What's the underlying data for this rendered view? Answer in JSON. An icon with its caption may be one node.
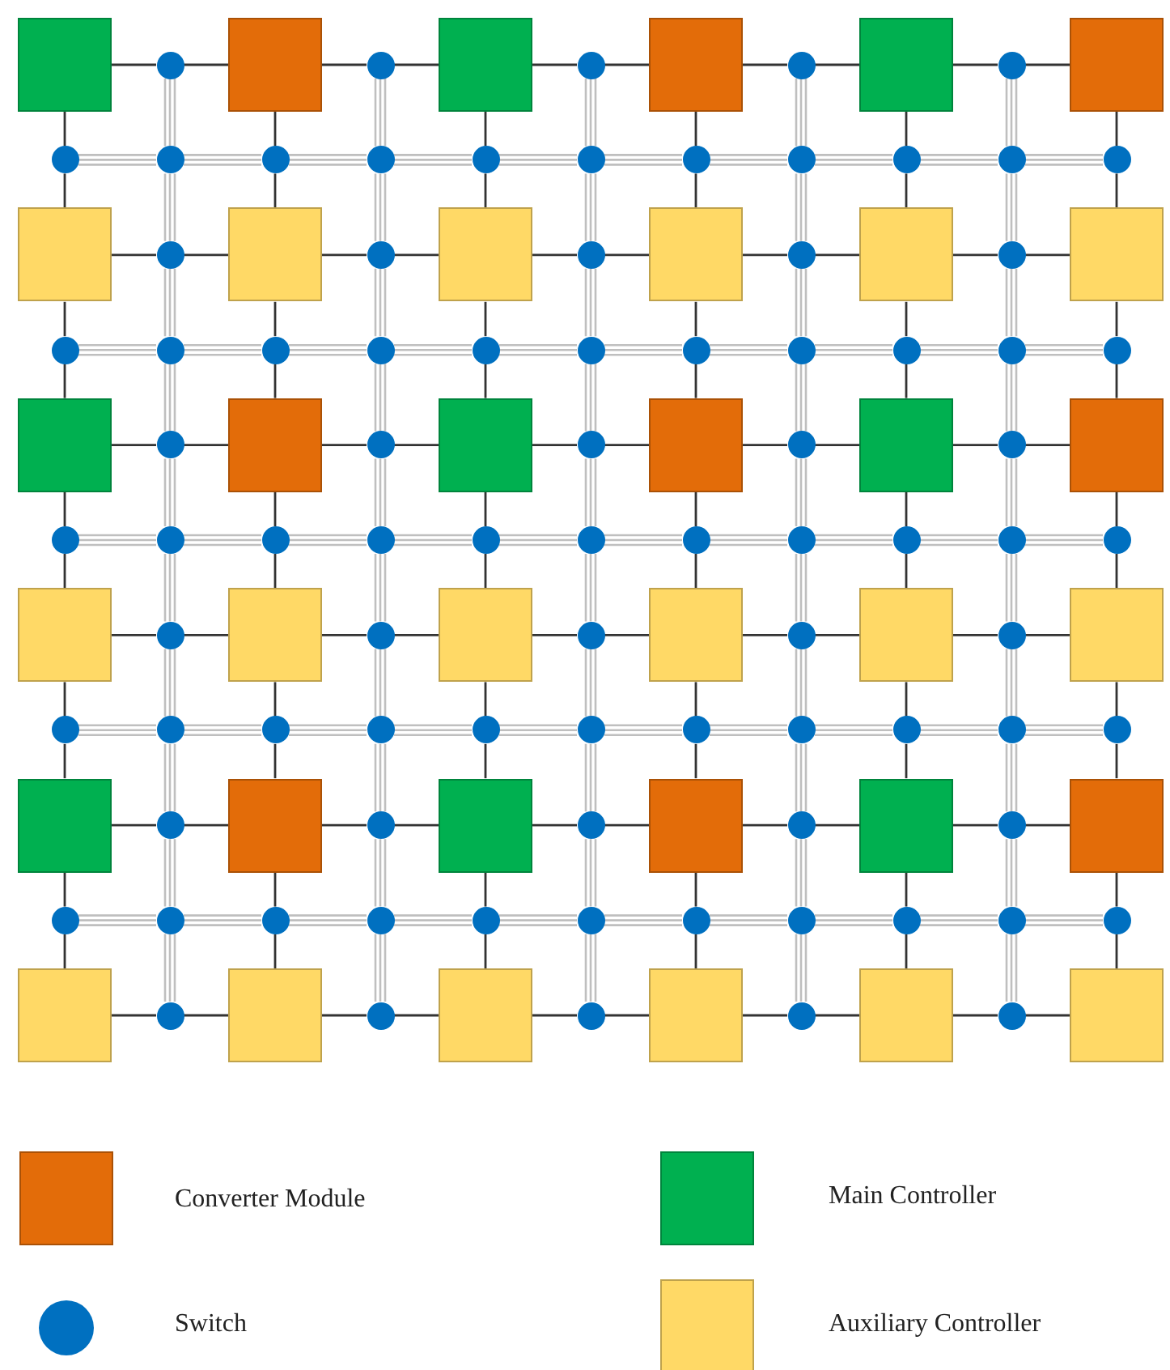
{
  "diagram": {
    "nodes": [
      {
        "text": [],
        "shape": "box"
      },
      {
        "text": [],
        "shape": "circle"
      },
      {
        "text": [],
        "shape": "box"
      },
      {
        "text": [],
        "shape": "circle"
      },
      {
        "text": [],
        "shape": "box"
      },
      {
        "text": [],
        "shape": "circle"
      },
      {
        "text": [],
        "shape": "box"
      },
      {
        "text": [],
        "shape": "circle"
      },
      {
        "text": [],
        "shape": "box"
      },
      {
        "text": [],
        "shape": "circle"
      },
      {
        "text": [],
        "shape": "box"
      },
      {
        "text": [],
        "shape": "circle"
      },
      {
        "text": [],
        "shape": "circle"
      },
      {
        "text": [],
        "shape": "circle"
      },
      {
        "text": [],
        "shape": "circle"
      },
      {
        "text": [],
        "shape": "circle"
      },
      {
        "text": [],
        "shape": "circle"
      },
      {
        "text": [],
        "shape": "circle"
      },
      {
        "text": [],
        "shape": "circle"
      },
      {
        "text": [],
        "shape": "circle"
      },
      {
        "text": [],
        "shape": "circle"
      },
      {
        "text": [],
        "shape": "circle"
      },
      {
        "text": [],
        "shape": "box"
      },
      {
        "text": [],
        "shape": "circle"
      },
      {
        "text": [],
        "shape": "box"
      },
      {
        "text": [],
        "shape": "circle"
      },
      {
        "text": [],
        "shape": "box"
      },
      {
        "text": [],
        "shape": "circle"
      },
      {
        "text": [],
        "shape": "box"
      },
      {
        "text": [],
        "shape": "circle"
      },
      {
        "text": [],
        "shape": "box"
      },
      {
        "text": [],
        "shape": "circle"
      },
      {
        "text": [],
        "shape": "box"
      },
      {
        "text": [],
        "shape": "circle"
      },
      {
        "text": [],
        "shape": "circle"
      },
      {
        "text": [],
        "shape": "circle"
      },
      {
        "text": [],
        "shape": "circle"
      },
      {
        "text": [],
        "shape": "circle"
      },
      {
        "text": [],
        "shape": "circle"
      },
      {
        "text": [],
        "shape": "circle"
      },
      {
        "text": [],
        "shape": "circle"
      },
      {
        "text": [],
        "shape": "circle"
      },
      {
        "text": [],
        "shape": "circle"
      },
      {
        "text": [],
        "shape": "circle"
      },
      {
        "text": [],
        "shape": "box"
      },
      {
        "text": [],
        "shape": "circle"
      },
      {
        "text": [],
        "shape": "box"
      },
      {
        "text": [],
        "shape": "circle"
      },
      {
        "text": [],
        "shape": "box"
      },
      {
        "text": [],
        "shape": "circle"
      },
      {
        "text": [],
        "shape": "box"
      },
      {
        "text": [],
        "shape": "circle"
      },
      {
        "text": [],
        "shape": "box"
      },
      {
        "text": [],
        "shape": "circle"
      },
      {
        "text": [],
        "shape": "box"
      },
      {
        "text": [],
        "shape": "circle"
      },
      {
        "text": [],
        "shape": "circle"
      },
      {
        "text": [],
        "shape": "circle"
      },
      {
        "text": [],
        "shape": "circle"
      },
      {
        "text": [],
        "shape": "circle"
      },
      {
        "text": [],
        "shape": "circle"
      },
      {
        "text": [],
        "shape": "circle"
      },
      {
        "text": [],
        "shape": "circle"
      },
      {
        "text": [],
        "shape": "circle"
      },
      {
        "text": [],
        "shape": "circle"
      },
      {
        "text": [],
        "shape": "circle"
      },
      {
        "text": [],
        "shape": "box"
      },
      {
        "text": [],
        "shape": "circle"
      },
      {
        "text": [],
        "shape": "box"
      },
      {
        "text": [],
        "shape": "circle"
      },
      {
        "text": [],
        "shape": "box"
      },
      {
        "text": [],
        "shape": "circle"
      },
      {
        "text": [],
        "shape": "box"
      },
      {
        "text": [],
        "shape": "circle"
      },
      {
        "text": [],
        "shape": "box"
      },
      {
        "text": [],
        "shape": "circle"
      },
      {
        "text": [],
        "shape": "box"
      },
      {
        "text": [],
        "shape": "circle"
      },
      {
        "text": [],
        "shape": "circle"
      },
      {
        "text": [],
        "shape": "circle"
      },
      {
        "text": [],
        "shape": "circle"
      },
      {
        "text": [],
        "shape": "circle"
      },
      {
        "text": [],
        "shape": "circle"
      },
      {
        "text": [],
        "shape": "circle"
      },
      {
        "text": [],
        "shape": "circle"
      },
      {
        "text": [],
        "shape": "circle"
      },
      {
        "text": [],
        "shape": "circle"
      },
      {
        "text": [],
        "shape": "circle"
      },
      {
        "text": [],
        "shape": "box"
      },
      {
        "text": [],
        "shape": "circle"
      },
      {
        "text": [],
        "shape": "box"
      },
      {
        "text": [],
        "shape": "circle"
      },
      {
        "text": [],
        "shape": "box"
      },
      {
        "text": [],
        "shape": "circle"
      },
      {
        "text": [],
        "shape": "box"
      },
      {
        "text": [],
        "shape": "circle"
      },
      {
        "text": [],
        "shape": "box"
      },
      {
        "text": [],
        "shape": "circle"
      },
      {
        "text": [],
        "shape": "box"
      },
      {
        "text": [],
        "shape": "circle"
      },
      {
        "text": [],
        "shape": "circle"
      },
      {
        "text": [],
        "shape": "circle"
      },
      {
        "text": [],
        "shape": "circle"
      },
      {
        "text": [],
        "shape": "circle"
      },
      {
        "text": [],
        "shape": "circle"
      },
      {
        "text": [],
        "shape": "circle"
      },
      {
        "text": [],
        "shape": "circle"
      },
      {
        "text": [],
        "shape": "circle"
      },
      {
        "text": [],
        "shape": "circle"
      },
      {
        "text": [],
        "shape": "circle"
      },
      {
        "text": [],
        "shape": "box"
      },
      {
        "text": [],
        "shape": "circle"
      },
      {
        "text": [],
        "shape": "box"
      },
      {
        "text": [],
        "shape": "circle"
      },
      {
        "text": [],
        "shape": "box"
      },
      {
        "text": [],
        "shape": "circle"
      },
      {
        "text": [],
        "shape": "box"
      },
      {
        "text": [],
        "shape": "circle"
      },
      {
        "text": [],
        "shape": "box"
      },
      {
        "text": [],
        "shape": "circle"
      },
      {
        "text": [],
        "shape": "box"
      }
    ],
    "edges": [
      {
        "from": 0,
        "to": 1,
        "arrow": "none"
      },
      {
        "from": 1,
        "to": 2,
        "arrow": "none"
      },
      {
        "from": 2,
        "to": 3,
        "arrow": "none"
      },
      {
        "from": 3,
        "to": 4,
        "arrow": "none"
      },
      {
        "from": 4,
        "to": 5,
        "arrow": "none"
      },
      {
        "from": 5,
        "to": 6,
        "arrow": "none"
      },
      {
        "from": 6,
        "to": 7,
        "arrow": "none"
      },
      {
        "from": 7,
        "to": 8,
        "arrow": "none"
      },
      {
        "from": 8,
        "to": 9,
        "arrow": "none"
      },
      {
        "from": 9,
        "to": 10,
        "arrow": "none"
      },
      {
        "from": 22,
        "to": 23,
        "arrow": "none"
      },
      {
        "from": 23,
        "to": 24,
        "arrow": "none"
      },
      {
        "from": 24,
        "to": 25,
        "arrow": "none"
      },
      {
        "from": 25,
        "to": 26,
        "arrow": "none"
      },
      {
        "from": 26,
        "to": 27,
        "arrow": "none"
      },
      {
        "from": 27,
        "to": 28,
        "arrow": "none"
      },
      {
        "from": 28,
        "to": 29,
        "arrow": "none"
      },
      {
        "from": 29,
        "to": 30,
        "arrow": "none"
      },
      {
        "from": 30,
        "to": 31,
        "arrow": "none"
      },
      {
        "from": 31,
        "to": 32,
        "arrow": "none"
      },
      {
        "from": 44,
        "to": 45,
        "arrow": "none"
      },
      {
        "from": 45,
        "to": 46,
        "arrow": "none"
      },
      {
        "from": 46,
        "to": 47,
        "arrow": "none"
      },
      {
        "from": 47,
        "to": 48,
        "arrow": "none"
      },
      {
        "from": 48,
        "to": 49,
        "arrow": "none"
      },
      {
        "from": 49,
        "to": 50,
        "arrow": "none"
      },
      {
        "from": 50,
        "to": 51,
        "arrow": "none"
      },
      {
        "from": 51,
        "to": 52,
        "arrow": "none"
      },
      {
        "from": 52,
        "to": 53,
        "arrow": "none"
      },
      {
        "from": 53,
        "to": 54,
        "arrow": "none"
      },
      {
        "from": 66,
        "to": 67,
        "arrow": "none"
      },
      {
        "from": 67,
        "to": 68,
        "arrow": "none"
      },
      {
        "from": 68,
        "to": 69,
        "arrow": "none"
      },
      {
        "from": 69,
        "to": 70,
        "arrow": "none"
      },
      {
        "from": 70,
        "to": 71,
        "arrow": "none"
      },
      {
        "from": 71,
        "to": 72,
        "arrow": "none"
      },
      {
        "from": 72,
        "to": 73,
        "arrow": "none"
      },
      {
        "from": 73,
        "to": 74,
        "arrow": "none"
      },
      {
        "from": 74,
        "to": 75,
        "arrow": "none"
      },
      {
        "from": 75,
        "to": 76,
        "arrow": "none"
      },
      {
        "from": 88,
        "to": 89,
        "arrow": "none"
      },
      {
        "from": 89,
        "to": 90,
        "arrow": "none"
      },
      {
        "from": 90,
        "to": 91,
        "arrow": "none"
      },
      {
        "from": 91,
        "to": 92,
        "arrow": "none"
      },
      {
        "from": 92,
        "to": 93,
        "arrow": "none"
      },
      {
        "from": 93,
        "to": 94,
        "arrow": "none"
      },
      {
        "from": 94,
        "to": 95,
        "arrow": "none"
      },
      {
        "from": 95,
        "to": 96,
        "arrow": "none"
      },
      {
        "from": 96,
        "to": 97,
        "arrow": "none"
      },
      {
        "from": 97,
        "to": 98,
        "arrow": "none"
      },
      {
        "from": 110,
        "to": 111,
        "arrow": "none"
      },
      {
        "from": 111,
        "to": 112,
        "arrow": "none"
      },
      {
        "from": 112,
        "to": 113,
        "arrow": "none"
      },
      {
        "from": 113,
        "to": 114,
        "arrow": "none"
      },
      {
        "from": 114,
        "to": 115,
        "arrow": "none"
      },
      {
        "from": 115,
        "to": 116,
        "arrow": "none"
      },
      {
        "from": 116,
        "to": 117,
        "arrow": "none"
      },
      {
        "from": 117,
        "to": 118,
        "arrow": "none"
      },
      {
        "from": 118,
        "to": 119,
        "arrow": "none"
      },
      {
        "from": 119,
        "to": 120,
        "arrow": "none"
      },
      {
        "from": 0,
        "to": 11,
        "arrow": "none"
      },
      {
        "from": 11,
        "to": 22,
        "arrow": "none"
      },
      {
        "from": 22,
        "to": 33,
        "arrow": "none"
      },
      {
        "from": 33,
        "to": 44,
        "arrow": "none"
      },
      {
        "from": 44,
        "to": 55,
        "arrow": "none"
      },
      {
        "from": 55,
        "to": 66,
        "arrow": "none"
      },
      {
        "from": 66,
        "to": 77,
        "arrow": "none"
      },
      {
        "from": 77,
        "to": 88,
        "arrow": "none"
      },
      {
        "from": 88,
        "to": 99,
        "arrow": "none"
      },
      {
        "from": 99,
        "to": 110,
        "arrow": "none"
      },
      {
        "from": 2,
        "to": 13,
        "arrow": "none"
      },
      {
        "from": 13,
        "to": 24,
        "arrow": "none"
      },
      {
        "from": 24,
        "to": 35,
        "arrow": "none"
      },
      {
        "from": 35,
        "to": 46,
        "arrow": "none"
      },
      {
        "from": 46,
        "to": 57,
        "arrow": "none"
      },
      {
        "from": 57,
        "to": 68,
        "arrow": "none"
      },
      {
        "from": 68,
        "to": 79,
        "arrow": "none"
      },
      {
        "from": 79,
        "to": 90,
        "arrow": "none"
      },
      {
        "from": 90,
        "to": 101,
        "arrow": "none"
      },
      {
        "from": 101,
        "to": 112,
        "arrow": "none"
      },
      {
        "from": 4,
        "to": 15,
        "arrow": "none"
      },
      {
        "from": 15,
        "to": 26,
        "arrow": "none"
      },
      {
        "from": 26,
        "to": 37,
        "arrow": "none"
      },
      {
        "from": 37,
        "to": 48,
        "arrow": "none"
      },
      {
        "from": 48,
        "to": 59,
        "arrow": "none"
      },
      {
        "from": 59,
        "to": 70,
        "arrow": "none"
      },
      {
        "from": 70,
        "to": 81,
        "arrow": "none"
      },
      {
        "from": 81,
        "to": 92,
        "arrow": "none"
      },
      {
        "from": 92,
        "to": 103,
        "arrow": "none"
      },
      {
        "from": 103,
        "to": 114,
        "arrow": "none"
      },
      {
        "from": 6,
        "to": 17,
        "arrow": "none"
      },
      {
        "from": 17,
        "to": 28,
        "arrow": "none"
      },
      {
        "from": 28,
        "to": 39,
        "arrow": "none"
      },
      {
        "from": 39,
        "to": 50,
        "arrow": "none"
      },
      {
        "from": 50,
        "to": 61,
        "arrow": "none"
      },
      {
        "from": 61,
        "to": 72,
        "arrow": "none"
      },
      {
        "from": 72,
        "to": 83,
        "arrow": "none"
      },
      {
        "from": 83,
        "to": 94,
        "arrow": "none"
      },
      {
        "from": 94,
        "to": 105,
        "arrow": "none"
      },
      {
        "from": 105,
        "to": 116,
        "arrow": "none"
      },
      {
        "from": 8,
        "to": 19,
        "arrow": "none"
      },
      {
        "from": 19,
        "to": 30,
        "arrow": "none"
      },
      {
        "from": 30,
        "to": 41,
        "arrow": "none"
      },
      {
        "from": 41,
        "to": 52,
        "arrow": "none"
      },
      {
        "from": 52,
        "to": 63,
        "arrow": "none"
      },
      {
        "from": 63,
        "to": 74,
        "arrow": "none"
      },
      {
        "from": 74,
        "to": 85,
        "arrow": "none"
      },
      {
        "from": 85,
        "to": 96,
        "arrow": "none"
      },
      {
        "from": 96,
        "to": 107,
        "arrow": "none"
      },
      {
        "from": 107,
        "to": 118,
        "arrow": "none"
      },
      {
        "from": 10,
        "to": 21,
        "arrow": "none"
      },
      {
        "from": 21,
        "to": 32,
        "arrow": "none"
      },
      {
        "from": 32,
        "to": 43,
        "arrow": "none"
      },
      {
        "from": 43,
        "to": 54,
        "arrow": "none"
      },
      {
        "from": 54,
        "to": 65,
        "arrow": "none"
      },
      {
        "from": 65,
        "to": 76,
        "arrow": "none"
      },
      {
        "from": 76,
        "to": 87,
        "arrow": "none"
      },
      {
        "from": 87,
        "to": 98,
        "arrow": "none"
      },
      {
        "from": 98,
        "to": 109,
        "arrow": "none"
      },
      {
        "from": 109,
        "to": 120,
        "arrow": "none"
      },
      {
        "from": 11,
        "to": 12,
        "arrow": "none",
        "color": "#bfbfbf"
      },
      {
        "from": 12,
        "to": 13,
        "arrow": "none",
        "color": "#bfbfbf"
      },
      {
        "from": 13,
        "to": 14,
        "arrow": "none",
        "color": "#bfbfbf"
      },
      {
        "from": 14,
        "to": 15,
        "arrow": "none",
        "color": "#bfbfbf"
      },
      {
        "from": 15,
        "to": 16,
        "arrow": "none",
        "color": "#bfbfbf"
      },
      {
        "from": 16,
        "to": 17,
        "arrow": "none",
        "color": "#bfbfbf"
      },
      {
        "from": 17,
        "to": 18,
        "arrow": "none",
        "color": "#bfbfbf"
      },
      {
        "from": 18,
        "to": 19,
        "arrow": "none",
        "color": "#bfbfbf"
      },
      {
        "from": 19,
        "to": 20,
        "arrow": "none",
        "color": "#bfbfbf"
      },
      {
        "from": 20,
        "to": 21,
        "arrow": "none",
        "color": "#bfbfbf"
      },
      {
        "from": 33,
        "to": 34,
        "arrow": "none",
        "color": "#bfbfbf"
      },
      {
        "from": 34,
        "to": 35,
        "arrow": "none",
        "color": "#bfbfbf"
      },
      {
        "from": 35,
        "to": 36,
        "arrow": "none",
        "color": "#bfbfbf"
      },
      {
        "from": 36,
        "to": 37,
        "arrow": "none",
        "color": "#bfbfbf"
      },
      {
        "from": 37,
        "to": 38,
        "arrow": "none",
        "color": "#bfbfbf"
      },
      {
        "from": 38,
        "to": 39,
        "arrow": "none",
        "color": "#bfbfbf"
      },
      {
        "from": 39,
        "to": 40,
        "arrow": "none",
        "color": "#bfbfbf"
      },
      {
        "from": 40,
        "to": 41,
        "arrow": "none",
        "color": "#bfbfbf"
      },
      {
        "from": 41,
        "to": 42,
        "arrow": "none",
        "color": "#bfbfbf"
      },
      {
        "from": 42,
        "to": 43,
        "arrow": "none",
        "color": "#bfbfbf"
      },
      {
        "from": 55,
        "to": 56,
        "arrow": "none",
        "color": "#bfbfbf"
      },
      {
        "from": 56,
        "to": 57,
        "arrow": "none",
        "color": "#bfbfbf"
      },
      {
        "from": 57,
        "to": 58,
        "arrow": "none",
        "color": "#bfbfbf"
      },
      {
        "from": 58,
        "to": 59,
        "arrow": "none",
        "color": "#bfbfbf"
      },
      {
        "from": 59,
        "to": 60,
        "arrow": "none",
        "color": "#bfbfbf"
      },
      {
        "from": 60,
        "to": 61,
        "arrow": "none",
        "color": "#bfbfbf"
      },
      {
        "from": 61,
        "to": 62,
        "arrow": "none",
        "color": "#bfbfbf"
      },
      {
        "from": 62,
        "to": 63,
        "arrow": "none",
        "color": "#bfbfbf"
      },
      {
        "from": 63,
        "to": 64,
        "arrow": "none",
        "color": "#bfbfbf"
      },
      {
        "from": 64,
        "to": 65,
        "arrow": "none",
        "color": "#bfbfbf"
      },
      {
        "from": 77,
        "to": 78,
        "arrow": "none",
        "color": "#bfbfbf"
      },
      {
        "from": 78,
        "to": 79,
        "arrow": "none",
        "color": "#bfbfbf"
      },
      {
        "from": 79,
        "to": 80,
        "arrow": "none",
        "color": "#bfbfbf"
      },
      {
        "from": 80,
        "to": 81,
        "arrow": "none",
        "color": "#bfbfbf"
      },
      {
        "from": 81,
        "to": 82,
        "arrow": "none",
        "color": "#bfbfbf"
      },
      {
        "from": 82,
        "to": 83,
        "arrow": "none",
        "color": "#bfbfbf"
      },
      {
        "from": 83,
        "to": 84,
        "arrow": "none",
        "color": "#bfbfbf"
      },
      {
        "from": 84,
        "to": 85,
        "arrow": "none",
        "color": "#bfbfbf"
      },
      {
        "from": 85,
        "to": 86,
        "arrow": "none",
        "color": "#bfbfbf"
      },
      {
        "from": 86,
        "to": 87,
        "arrow": "none",
        "color": "#bfbfbf"
      },
      {
        "from": 99,
        "to": 100,
        "arrow": "none",
        "color": "#bfbfbf"
      },
      {
        "from": 100,
        "to": 101,
        "arrow": "none",
        "color": "#bfbfbf"
      },
      {
        "from": 101,
        "to": 102,
        "arrow": "none",
        "color": "#bfbfbf"
      },
      {
        "from": 102,
        "to": 103,
        "arrow": "none",
        "color": "#bfbfbf"
      },
      {
        "from": 103,
        "to": 104,
        "arrow": "none",
        "color": "#bfbfbf"
      },
      {
        "from": 104,
        "to": 105,
        "arrow": "none",
        "color": "#bfbfbf"
      },
      {
        "from": 105,
        "to": 106,
        "arrow": "none",
        "color": "#bfbfbf"
      },
      {
        "from": 106,
        "to": 107,
        "arrow": "none",
        "color": "#bfbfbf"
      },
      {
        "from": 107,
        "to": 108,
        "arrow": "none",
        "color": "#bfbfbf"
      },
      {
        "from": 108,
        "to": 109,
        "arrow": "none",
        "color": "#bfbfbf"
      },
      {
        "from": 1,
        "to": 12,
        "arrow": "none",
        "color": "#bfbfbf"
      },
      {
        "from": 12,
        "to": 23,
        "arrow": "none",
        "color": "#bfbfbf"
      },
      {
        "from": 23,
        "to": 34,
        "arrow": "none",
        "color": "#bfbfbf"
      },
      {
        "from": 34,
        "to": 45,
        "arrow": "none",
        "color": "#bfbfbf"
      },
      {
        "from": 45,
        "to": 56,
        "arrow": "none",
        "color": "#bfbfbf"
      },
      {
        "from": 56,
        "to": 67,
        "arrow": "none",
        "color": "#bfbfbf"
      },
      {
        "from": 67,
        "to": 78,
        "arrow": "none",
        "color": "#bfbfbf"
      },
      {
        "from": 78,
        "to": 89,
        "arrow": "none",
        "color": "#bfbfbf"
      },
      {
        "from": 89,
        "to": 100,
        "arrow": "none",
        "color": "#bfbfbf"
      },
      {
        "from": 100,
        "to": 111,
        "arrow": "none",
        "color": "#bfbfbf"
      },
      {
        "from": 3,
        "to": 14,
        "arrow": "none",
        "color": "#bfbfbf"
      },
      {
        "from": 14,
        "to": 25,
        "arrow": "none",
        "color": "#bfbfbf"
      },
      {
        "from": 25,
        "to": 36,
        "arrow": "none",
        "color": "#bfbfbf"
      },
      {
        "from": 36,
        "to": 47,
        "arrow": "none",
        "color": "#bfbfbf"
      },
      {
        "from": 47,
        "to": 58,
        "arrow": "none",
        "color": "#bfbfbf"
      },
      {
        "from": 58,
        "to": 69,
        "arrow": "none",
        "color": "#bfbfbf"
      },
      {
        "from": 69,
        "to": 80,
        "arrow": "none",
        "color": "#bfbfbf"
      },
      {
        "from": 80,
        "to": 91,
        "arrow": "none",
        "color": "#bfbfbf"
      },
      {
        "from": 91,
        "to": 102,
        "arrow": "none",
        "color": "#bfbfbf"
      },
      {
        "from": 102,
        "to": 113,
        "arrow": "none",
        "color": "#bfbfbf"
      },
      {
        "from": 5,
        "to": 16,
        "arrow": "none",
        "color": "#bfbfbf"
      },
      {
        "from": 16,
        "to": 27,
        "arrow": "none",
        "color": "#bfbfbf"
      },
      {
        "from": 27,
        "to": 38,
        "arrow": "none",
        "color": "#bfbfbf"
      },
      {
        "from": 38,
        "to": 49,
        "arrow": "none",
        "color": "#bfbfbf"
      },
      {
        "from": 49,
        "to": 60,
        "arrow": "none",
        "color": "#bfbfbf"
      },
      {
        "from": 60,
        "to": 71,
        "arrow": "none",
        "color": "#bfbfbf"
      },
      {
        "from": 71,
        "to": 82,
        "arrow": "none",
        "color": "#bfbfbf"
      },
      {
        "from": 82,
        "to": 93,
        "arrow": "none",
        "color": "#bfbfbf"
      },
      {
        "from": 93,
        "to": 104,
        "arrow": "none",
        "color": "#bfbfbf"
      },
      {
        "from": 104,
        "to": 115,
        "arrow": "none",
        "color": "#bfbfbf"
      },
      {
        "from": 7,
        "to": 18,
        "arrow": "none",
        "color": "#bfbfbf"
      },
      {
        "from": 18,
        "to": 29,
        "arrow": "none",
        "color": "#bfbfbf"
      },
      {
        "from": 29,
        "to": 40,
        "arrow": "none",
        "color": "#bfbfbf"
      },
      {
        "from": 40,
        "to": 51,
        "arrow": "none",
        "color": "#bfbfbf"
      },
      {
        "from": 51,
        "to": 62,
        "arrow": "none",
        "color": "#bfbfbf"
      },
      {
        "from": 62,
        "to": 73,
        "arrow": "none",
        "color": "#bfbfbf"
      },
      {
        "from": 73,
        "to": 84,
        "arrow": "none",
        "color": "#bfbfbf"
      },
      {
        "from": 84,
        "to": 95,
        "arrow": "none",
        "color": "#bfbfbf"
      },
      {
        "from": 95,
        "to": 106,
        "arrow": "none",
        "color": "#bfbfbf"
      },
      {
        "from": 106,
        "to": 117,
        "arrow": "none",
        "color": "#bfbfbf"
      },
      {
        "from": 9,
        "to": 20,
        "arrow": "none",
        "color": "#bfbfbf"
      },
      {
        "from": 20,
        "to": 31,
        "arrow": "none",
        "color": "#bfbfbf"
      },
      {
        "from": 31,
        "to": 42,
        "arrow": "none",
        "color": "#bfbfbf"
      },
      {
        "from": 42,
        "to": 53,
        "arrow": "none",
        "color": "#bfbfbf"
      },
      {
        "from": 53,
        "to": 64,
        "arrow": "none",
        "color": "#bfbfbf"
      },
      {
        "from": 64,
        "to": 75,
        "arrow": "none",
        "color": "#bfbfbf"
      },
      {
        "from": 75,
        "to": 86,
        "arrow": "none",
        "color": "#bfbfbf"
      },
      {
        "from": 86,
        "to": 97,
        "arrow": "none",
        "color": "#bfbfbf"
      },
      {
        "from": 97,
        "to": 108,
        "arrow": "none",
        "color": "#bfbfbf"
      },
      {
        "from": 108,
        "to": 119,
        "arrow": "none",
        "color": "#bfbfbf"
      }
    ],
    "legend": [
      {
        "text": "Converter Module",
        "color": "#e36c09"
      },
      {
        "text": "Main Controller",
        "color": "#00b050"
      },
      {
        "text": "Switch",
        "color": "#0070c0"
      },
      {
        "text": "Auxiliary Controller",
        "color": "#ffd966"
      }
    ]
  }
}
